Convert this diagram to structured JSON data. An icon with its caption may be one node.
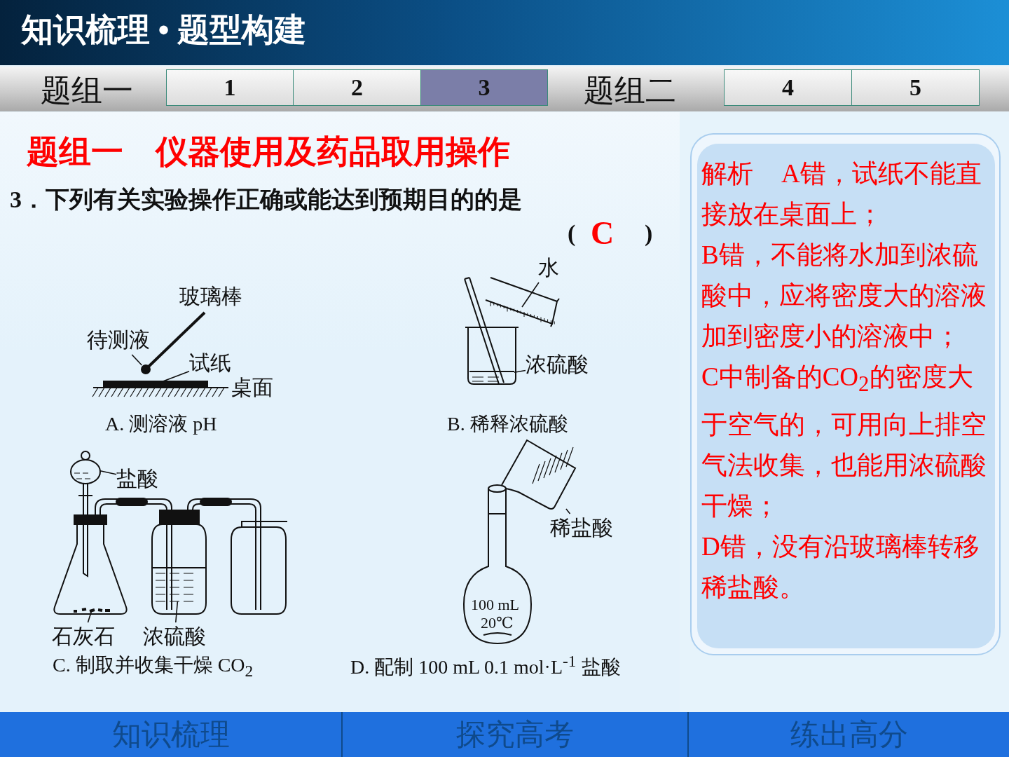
{
  "diagram": {
    "title": "知识梳理 • 题型构建",
    "nodes": [
      {
        "text": [
          "1"
        ]
      },
      {
        "text": [
          "2"
        ]
      },
      {
        "text": [
          "3"
        ]
      },
      {
        "text": [
          "4"
        ]
      },
      {
        "text": [
          "5"
        ]
      },
      {
        "text": [
          "解析",
          "A错，试纸不能直接放在桌面上；",
          "B错，不能将水加到浓硫酸中，应将密度大的溶液加到密度小的溶液中；",
          "C中制备的CO$_{2}$的密度大于空气的，可用向上排空气法收集，也能用浓硫酸干燥；",
          "D错，没有沿玻璃棒转移稀盐酸。"
        ]
      },
      {
        "text": [
          "知识梳理"
        ]
      },
      {
        "text": [
          "探究高考"
        ]
      },
      {
        "text": [
          "练出高分"
        ]
      },
      {
        "text": [
          "待测液"
        ]
      },
      {
        "text": [
          "试纸"
        ]
      },
      {
        "text": [
          "水"
        ]
      },
      {
        "text": [
          "浓硫酸"
        ]
      },
      {
        "text": [
          "盐酸"
        ]
      },
      {
        "text": [
          "石灰石"
        ]
      },
      {
        "text": [
          "浓硫酸"
        ]
      },
      {
        "text": [
          "稀盐酸"
        ]
      },
      {
        "text": [],
        "shape": "circle"
      },
      {
        "text": [],
        "shape": "bar"
      },
      {
        "text": [],
        "shape": "picture"
      },
      {
        "text": [],
        "shape": "picture"
      },
      {
        "text": [],
        "shape": "picture"
      },
      {
        "text": [],
        "shape": "picture"
      },
      {
        "text": [],
        "shape": "picture"
      },
      {
        "text": [],
        "shape": "picture"
      }
    ],
    "edges": [
      {
        "from": 9,
        "to": 17,
        "arrow": "none"
      },
      {
        "from": 10,
        "to": 18,
        "arrow": "none"
      },
      {
        "from": 11,
        "to": 19,
        "arrow": "none"
      },
      {
        "from": 12,
        "to": 20,
        "arrow": "none"
      },
      {
        "from": 13,
        "to": 21,
        "arrow": "none"
      },
      {
        "from": 14,
        "to": 22,
        "arrow": "none"
      },
      {
        "from": 15,
        "to": 23,
        "arrow": "none"
      },
      {
        "from": 16,
        "to": 24,
        "arrow": "none"
      }
    ],
    "labels": [
      "题组一",
      "题组二",
      "题组一　仪器使用及药品取用操作",
      "3．下列有关实验操作正确或能达到预期目的的是",
      "(",
      "C",
      ")",
      "玻璃棒",
      "桌面",
      "A. 测溶液 pH",
      "B. 稀释浓硫酸",
      "C. 制取并收集干燥 CO$_{2}$",
      "100 mL",
      "20℃",
      "D. 配制 100 mL 0.1 mol·L$^{-1}$ 盐酸"
    ]
  }
}
